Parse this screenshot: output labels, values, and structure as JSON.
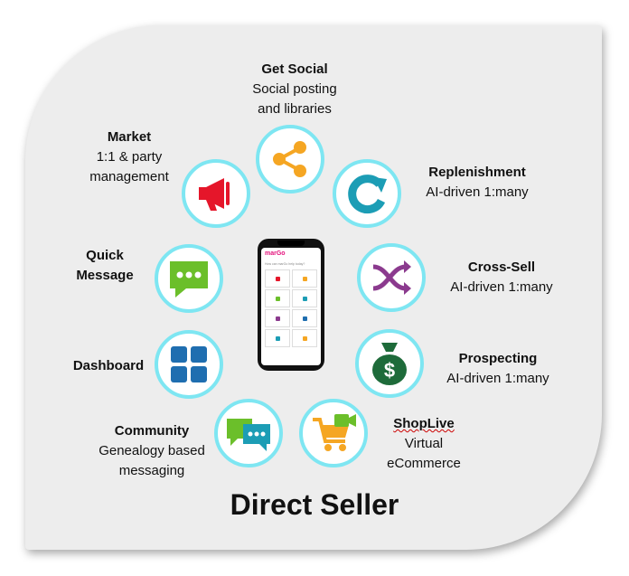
{
  "title": "Direct Seller",
  "features": [
    {
      "id": "get-social",
      "title": "Get Social",
      "lines": [
        "Social posting",
        "and libraries"
      ],
      "icon": "share-icon"
    },
    {
      "id": "market",
      "title": "Market",
      "lines": [
        "1:1 & party",
        "management"
      ],
      "icon": "megaphone-icon"
    },
    {
      "id": "replenishment",
      "title": "Replenishment",
      "lines": [
        "AI-driven 1:many"
      ],
      "icon": "refresh-icon"
    },
    {
      "id": "quick-message",
      "title": "Quick",
      "lines": [
        "Message"
      ],
      "icon": "chat-bubble-icon"
    },
    {
      "id": "cross-sell",
      "title": "Cross-Sell",
      "lines": [
        "AI-driven 1:many"
      ],
      "icon": "shuffle-icon"
    },
    {
      "id": "dashboard",
      "title": "Dashboard",
      "lines": [],
      "icon": "dashboard-grid-icon"
    },
    {
      "id": "prospecting",
      "title": "Prospecting",
      "lines": [
        "AI-driven 1:many"
      ],
      "icon": "money-bag-icon"
    },
    {
      "id": "community",
      "title": "Community",
      "lines": [
        "Genealogy based",
        "messaging"
      ],
      "icon": "community-chat-icon"
    },
    {
      "id": "shoplive",
      "title": "ShopLive",
      "lines": [
        "Virtual",
        "eCommerce"
      ],
      "icon": "cart-video-icon"
    }
  ],
  "phone": {
    "app_name": "marGo",
    "prompt": "How can marGo help today?"
  },
  "colors": {
    "ring": "#7ee6f2",
    "orange": "#f5a623",
    "red": "#e5162a",
    "teal": "#1c9db5",
    "green": "#6bbf2a",
    "purple": "#8b3a8e",
    "darkgreen": "#1e6b3a",
    "blue": "#1f6eb0"
  }
}
